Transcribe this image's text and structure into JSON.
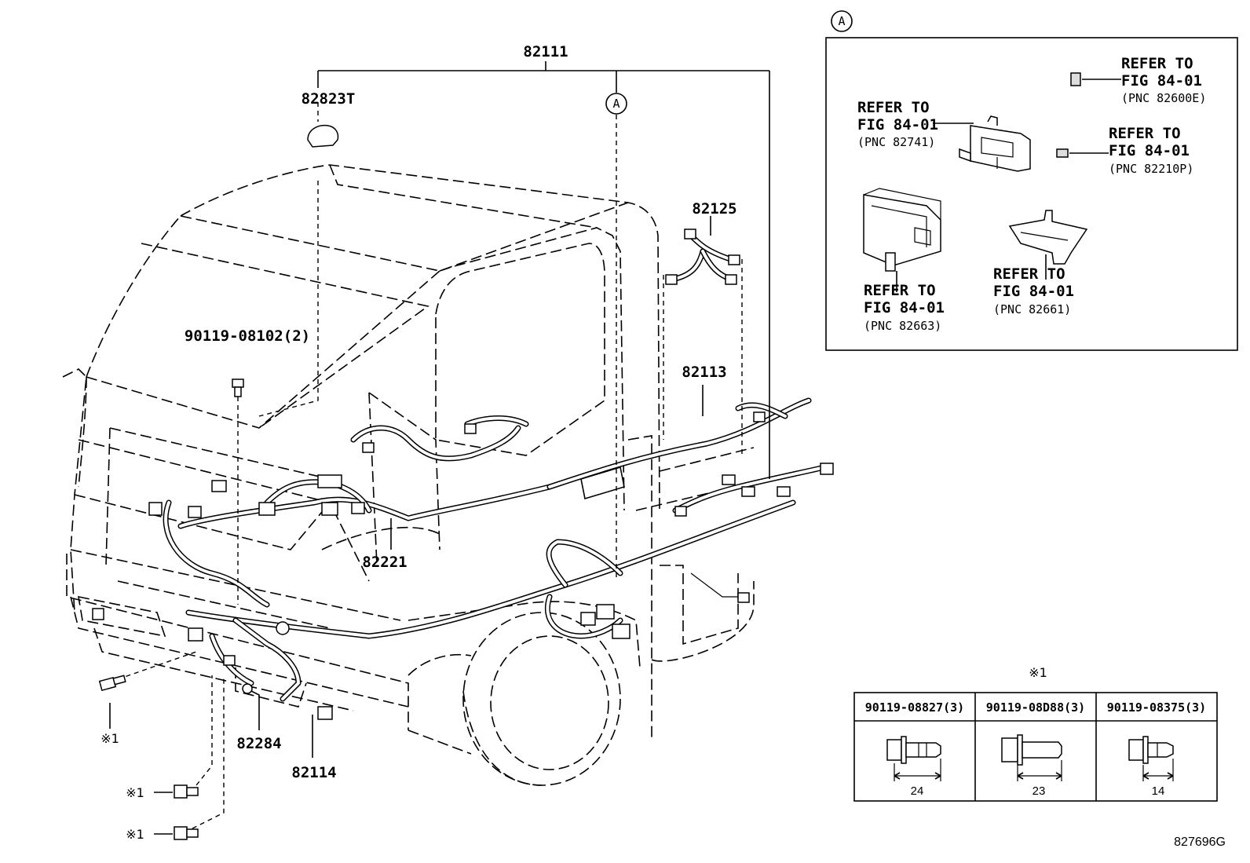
{
  "callouts": {
    "p82111": "82111",
    "p82823T": "82823T",
    "p90119_08102": "90119-08102(2)",
    "p82125": "82125",
    "p82113": "82113",
    "p82221": "82221",
    "p82284": "82284",
    "p82114": "82114",
    "circle_a_main": "A",
    "circle_a_detail": "A",
    "star1_a": "※1",
    "star1_b": "※1",
    "star1_c": "※1",
    "star1_table": "※1"
  },
  "detail_refs": [
    {
      "line1": "REFER TO",
      "line2": "FIG 84-01",
      "pnc": "(PNC 82600E)"
    },
    {
      "line1": "REFER TO",
      "line2": "FIG 84-01",
      "pnc": "(PNC 82741)"
    },
    {
      "line1": "REFER TO",
      "line2": "FIG 84-01",
      "pnc": "(PNC 82210P)"
    },
    {
      "line1": "REFER TO",
      "line2": "FIG 84-01",
      "pnc": "(PNC 82663)"
    },
    {
      "line1": "REFER TO",
      "line2": "FIG 84-01",
      "pnc": "(PNC 82661)"
    }
  ],
  "bolt_table": [
    {
      "part": "90119-08827(3)",
      "length": "24"
    },
    {
      "part": "90119-08D88(3)",
      "length": "23"
    },
    {
      "part": "90119-08375(3)",
      "length": "14"
    }
  ],
  "figure_code": "827696G"
}
